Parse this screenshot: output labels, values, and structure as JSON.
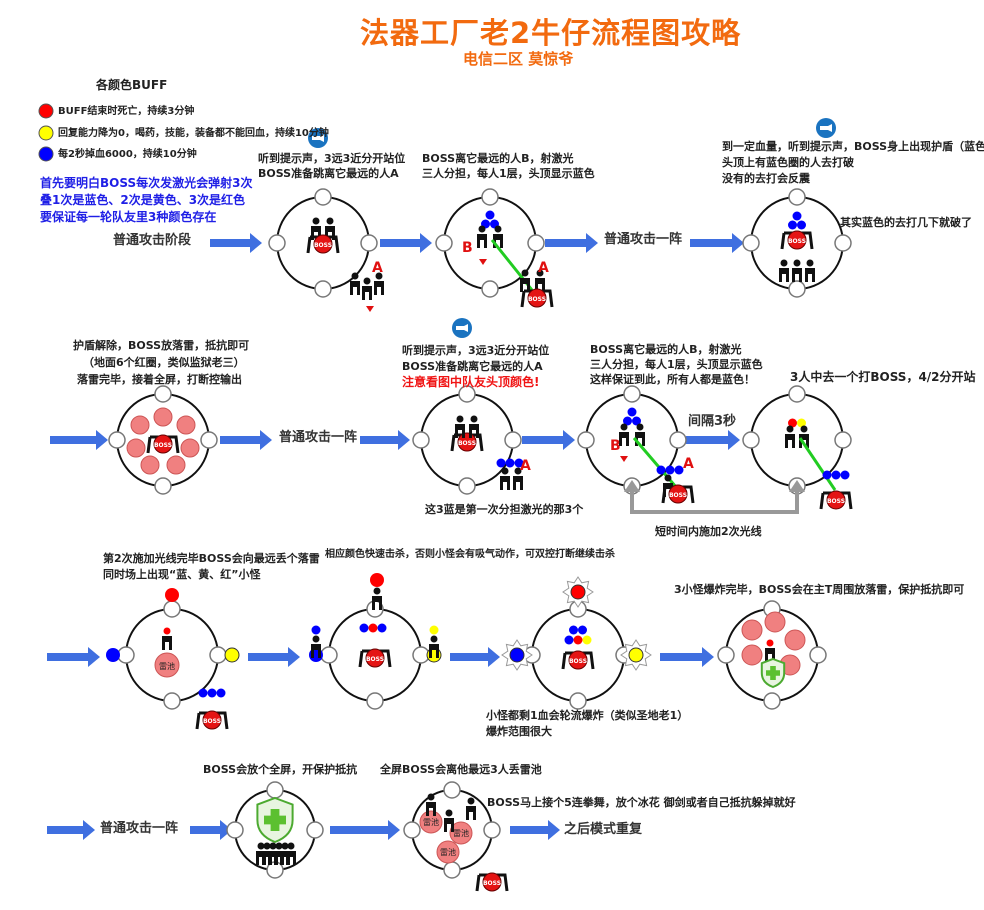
{
  "header": {
    "title": "法器工厂老2牛仔流程图攻略",
    "subtitle": "电信二区 莫惊爷"
  },
  "legend": {
    "title": "各颜色BUFF",
    "items": [
      {
        "color": "#ff0000",
        "text": "BUFF结束时死亡，持续3分钟"
      },
      {
        "color": "#ffff00",
        "text": "回复能力降为0，喝药，技能，装备都不能回血，持续10分钟"
      },
      {
        "color": "#0000ff",
        "text": "每2秒掉血6000，持续10分钟"
      }
    ],
    "note": [
      "首先要明白BOSS每次发激光会弹射3次",
      "叠1次是蓝色、2次是黄色、3次是红色",
      "要保证每一轮队友里3种颜色存在"
    ]
  },
  "labels": {
    "boss": "BOSS",
    "a": "A",
    "b": "B",
    "pool": "雷池"
  },
  "steps": {
    "s1": "普通攻击阶段",
    "s2": [
      "听到提示声，3远3近分开站位",
      "BOSS准备跳离它最远的人A"
    ],
    "s3": [
      "BOSS离它最远的人B，射激光",
      "三人分担，每人1层，头顶显示蓝色"
    ],
    "s4": "普通攻击一阵",
    "s5": [
      "到一定血量，听到提示声，BOSS身上出现护盾（蓝色）",
      "头顶上有蓝色圈的人去打破",
      "没有的去打会反震"
    ],
    "s5b": "其实蓝色的去打几下就破了",
    "s6": [
      "护盾解除，BOSS放落雷，抵抗即可",
      "（地面6个红圈，类似监狱老三）",
      "落雷完毕，接着全屏，打断控输出"
    ],
    "s7": "普通攻击一阵",
    "s8": [
      "听到提示声，3远3近分开站位",
      "BOSS准备跳离它最远的人A"
    ],
    "s8red": "注意看图中队友头顶颜色!",
    "s8b": "这3蓝是第一次分担激光的那3个",
    "s9": [
      "BOSS离它最远的人B，射激光",
      "三人分担，每人1层，头顶显示蓝色",
      "这样保证到此，所有人都是蓝色！"
    ],
    "s9b": "间隔3秒",
    "s10": "3人中去一个打BOSS，4/2分开站",
    "bracket": "短时间内施加2次光线",
    "s11": [
      "第2次施加光线完毕BOSS会向最远丢个落雷",
      "同时场上出现“蓝、黄、红”小怪"
    ],
    "s12": "相应颜色快速击杀，否则小怪会有吸气动作，可双控打断继续击杀",
    "s13": [
      "小怪都剩1血会轮流爆炸（类似圣地老1）",
      "爆炸范围很大"
    ],
    "s14": "3小怪爆炸完毕，BOSS会在主T周围放落雷，保护抵抗即可",
    "s15": "普通攻击一阵",
    "s16": "BOSS会放个全屏，开保护抵抗",
    "s17": "全屏BOSS会离他最远3人丢雷池",
    "s18": "BOSS马上接个5连拳舞，放个冰花 御剑或者自己抵抗躲掉就好",
    "s19": "之后模式重复"
  },
  "colors": {
    "title": "#f26a0f",
    "arrow": "#3f6fe0",
    "boss": "#e41414",
    "pool": "#f08080",
    "laser": "#22cc22"
  }
}
